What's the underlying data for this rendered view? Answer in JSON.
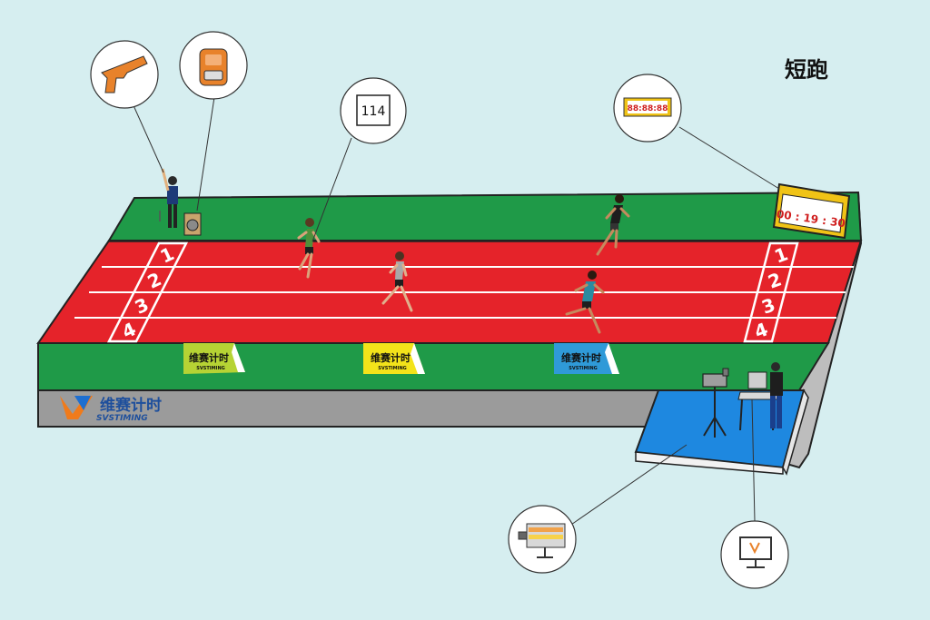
{
  "title": "短跑",
  "brand": {
    "name_cn": "维赛计时",
    "name_en": "SVSTIMING"
  },
  "lanes_start": [
    "1",
    "2",
    "3",
    "4"
  ],
  "lanes_finish": [
    "1",
    "2",
    "3",
    "4"
  ],
  "bib_number": "114",
  "scoreboard_time": "00 : 19 : 30",
  "small_display": "88:88:88",
  "banners": [
    {
      "name_cn": "维赛计时",
      "name_en": "SVSTIMING",
      "color": "#b6d334"
    },
    {
      "name_cn": "维赛计时",
      "name_en": "SVSTIMING",
      "color": "#f3e31a"
    },
    {
      "name_cn": "维赛计时",
      "name_en": "SVSTIMING",
      "color": "#2f9ad8"
    }
  ],
  "colors": {
    "background": "#d6eef0",
    "track": "#e5232a",
    "grass": "#1f9a48",
    "platform": "#1e88e0",
    "base": "#9a9a9a"
  },
  "icons": [
    "starter-pistol-icon",
    "speaker-icon",
    "bib-number-icon",
    "led-display-icon",
    "photo-finish-camera-icon",
    "monitor-icon"
  ]
}
